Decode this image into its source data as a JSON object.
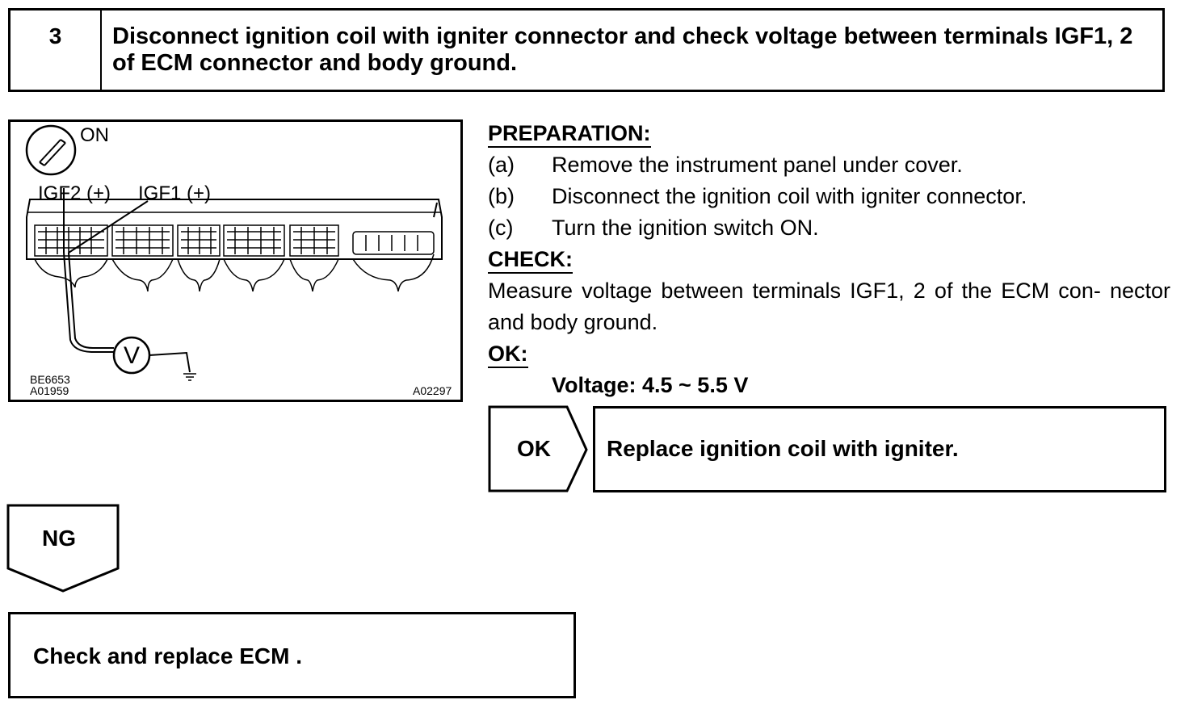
{
  "step": {
    "number": "3",
    "title": "Disconnect ignition coil with igniter connector and check voltage between terminals IGF1, 2 of ECM connector and body ground."
  },
  "figure": {
    "switch_label": "ON",
    "igf2_label": "IGF2 (+)",
    "igf1_label": "IGF1 (+)",
    "meter_symbol": "V",
    "code_left_1": "BE6653",
    "code_left_2": "A01959",
    "code_right": "A02297"
  },
  "preparation": {
    "heading": "PREPARATION:",
    "steps": [
      {
        "label": "(a)",
        "text": "Remove the instrument panel under cover."
      },
      {
        "label": "(b)",
        "text": "Disconnect the ignition coil with igniter connector."
      },
      {
        "label": "(c)",
        "text": "Turn the ignition switch ON."
      }
    ]
  },
  "check": {
    "heading": "CHECK:",
    "text": "Measure voltage between terminals IGF1, 2 of the ECM con- nector and body ground."
  },
  "ok_spec": {
    "heading": "OK:",
    "text": "Voltage: 4.5 ~ 5.5 V"
  },
  "ok_branch": {
    "tag": "OK",
    "result": "Replace ignition coil with igniter."
  },
  "ng_branch": {
    "tag": "NG",
    "result": "Check and replace ECM ."
  }
}
